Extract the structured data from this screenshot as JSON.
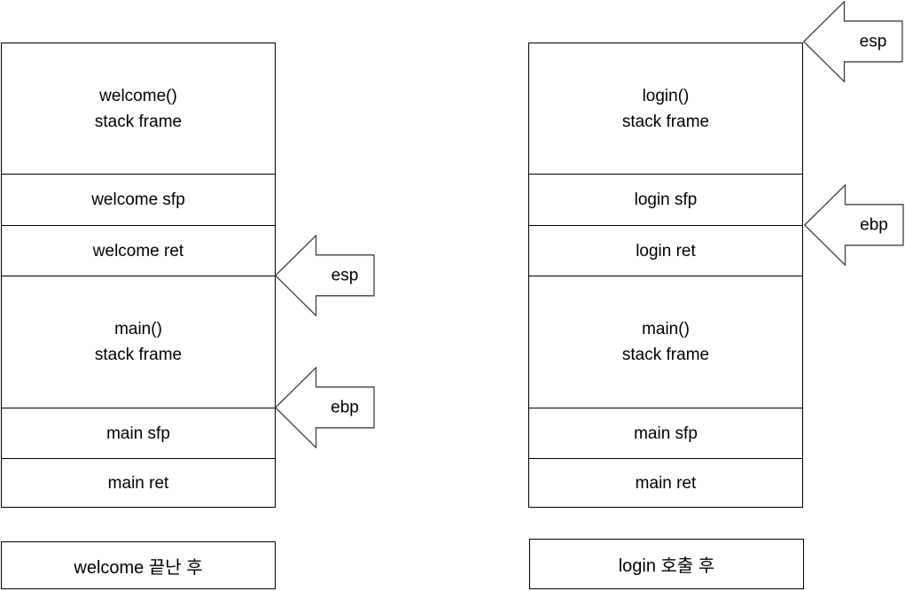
{
  "diagrams": {
    "left": {
      "rows": [
        "welcome()\nstack frame",
        "welcome sfp",
        "welcome ret",
        "main()\nstack frame",
        "main sfp",
        "main ret"
      ],
      "caption": "welcome 끝난 후",
      "arrows": {
        "esp": {
          "label": "esp",
          "points_at": "boundary below welcome ret"
        },
        "ebp": {
          "label": "ebp",
          "points_at": "boundary above main sfp"
        }
      }
    },
    "right": {
      "rows": [
        "login()\nstack frame",
        "login sfp",
        "login ret",
        "main()\nstack frame",
        "main sfp",
        "main ret"
      ],
      "caption": "login 호출 후",
      "arrows": {
        "esp": {
          "label": "esp",
          "points_at": "top of login() stack frame"
        },
        "ebp": {
          "label": "ebp",
          "points_at": "boundary between login sfp and login ret"
        }
      }
    }
  },
  "colors": {
    "background": "#ffffff",
    "box_border": "#000000",
    "arrow_stroke": "#404040",
    "arrow_fill": "#ffffff",
    "text": "#000000"
  }
}
